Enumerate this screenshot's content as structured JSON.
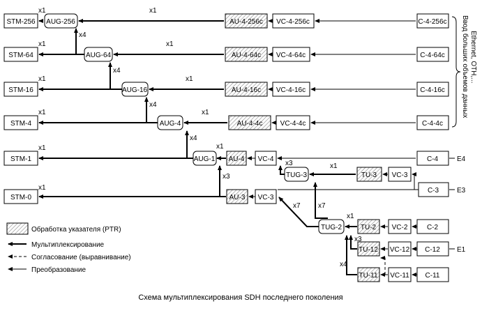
{
  "nodes": {
    "stm256": "STM-256",
    "stm64": "STM-64",
    "stm16": "STM-16",
    "stm4": "STM-4",
    "stm1": "STM-1",
    "stm0": "STM-0",
    "aug256": "AUG-256",
    "aug64": "AUG-64",
    "aug16": "AUG-16",
    "aug4": "AUG-4",
    "aug1": "AUG-1",
    "au4_256c": "AU-4-256c",
    "au4_64c": "AU-4-64c",
    "au4_16c": "AU-4-16c",
    "au4_4c": "AU-4-4c",
    "au4": "AU-4",
    "au3": "AU-3",
    "vc4_256c": "VC-4-256c",
    "vc4_64c": "VC-4-64c",
    "vc4_16c": "VC-4-16c",
    "vc4_4c": "VC-4-4c",
    "vc4": "VC-4",
    "vc3a": "VC-3",
    "vc3b": "VC-3",
    "vc2": "VC-2",
    "vc12": "VC-12",
    "vc11": "VC-11",
    "c4_256c": "C-4-256c",
    "c4_64c": "C-4-64c",
    "c4_16c": "C-4-16c",
    "c4_4c": "C-4-4c",
    "c4": "C-4",
    "c3": "C-3",
    "c2": "C-2",
    "c12": "C-12",
    "c11": "C-11",
    "tug3": "TUG-3",
    "tug2": "TUG-2",
    "tu3": "TU-3",
    "tu2": "TU-2",
    "tu12": "TU-12",
    "tu11": "TU-11"
  },
  "multipliers": {
    "m_aug256_stm": "x1",
    "m_au256_aug": "x1",
    "m_aug64_stm": "x1",
    "m_aug64_aug256": "x4",
    "m_au64_aug": "x1",
    "m_aug16_stm": "x1",
    "m_aug16_aug64": "x4",
    "m_au16_aug": "x1",
    "m_aug4_stm": "x1",
    "m_aug4_aug16": "x4",
    "m_au4c_aug": "x1",
    "m_aug1_stm": "x1",
    "m_aug1_aug4": "x4",
    "m_au4_aug1": "x1",
    "m_au3_aug1": "x3",
    "m_au3_stm0": "x1",
    "m_tug3_vc4": "x3",
    "m_tu3_tug3": "x1",
    "m_tug2_vc3": "x7",
    "m_tug2_tug3": "x7",
    "m_tu2_tug2": "x1",
    "m_tu12_tug2": "x3",
    "m_tu11_tug2": "x4"
  },
  "inputs": {
    "e4": "E4",
    "e3": "E3",
    "e1": "E1",
    "bulk_line1": "Ввод больших объемов данных",
    "bulk_line2": "Ethernet, OTH,..."
  },
  "legend": {
    "ptr": "Обработка указателя (PTR)",
    "mux": "Мультиплексирование",
    "align": "Согласование (выравнивание)",
    "conv": "Преобразование"
  },
  "caption": "Схема мультиплексирования SDH последнего поколения"
}
